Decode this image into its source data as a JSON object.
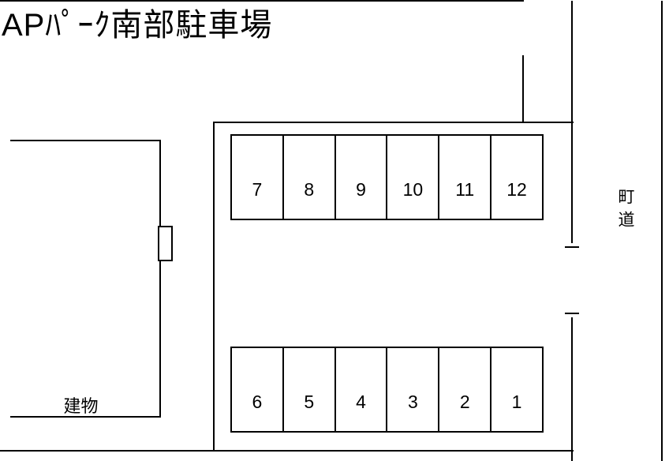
{
  "title": "APﾊﾟｰｸ南部駐車場",
  "building": {
    "label": "建物"
  },
  "road": {
    "label": "町道"
  },
  "parking": {
    "top_row": [
      "7",
      "8",
      "9",
      "10",
      "11",
      "12"
    ],
    "bottom_row": [
      "6",
      "5",
      "4",
      "3",
      "2",
      "1"
    ]
  },
  "colors": {
    "line": "#000000",
    "background": "#ffffff",
    "text": "#000000"
  }
}
